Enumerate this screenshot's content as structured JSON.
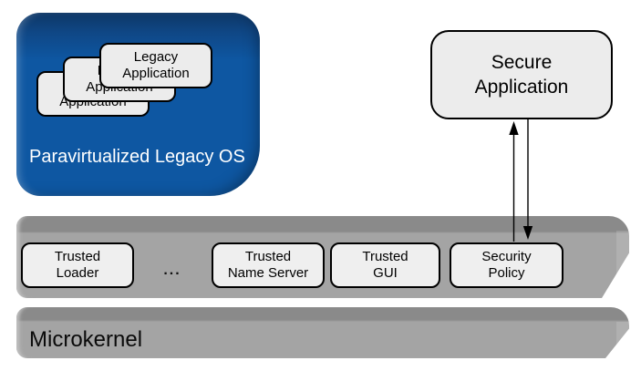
{
  "legacy_os": {
    "label": "Paravirtualized Legacy OS",
    "apps": [
      "Legacy\nApplication",
      "Legacy\nApplication",
      "Legacy\nApplication"
    ]
  },
  "secure_app": {
    "label": "Secure\nApplication"
  },
  "services_bar": {
    "items": [
      "Trusted\nLoader",
      "Trusted\nName Server",
      "Trusted\nGUI",
      "Security\nPolicy"
    ],
    "ellipsis": "..."
  },
  "microkernel": {
    "label": "Microkernel"
  },
  "connection": {
    "from": "Secure Application",
    "to": "Security Policy",
    "bidirectional": true
  },
  "colors": {
    "os_blue": "#0E57A2",
    "os_blue_dark": "#0E3766",
    "bar_gray": "#A4A4A4",
    "bar_gray_top": "#8A8A8A",
    "chip_fill": "#ECECEC",
    "arrow": "#000000"
  }
}
